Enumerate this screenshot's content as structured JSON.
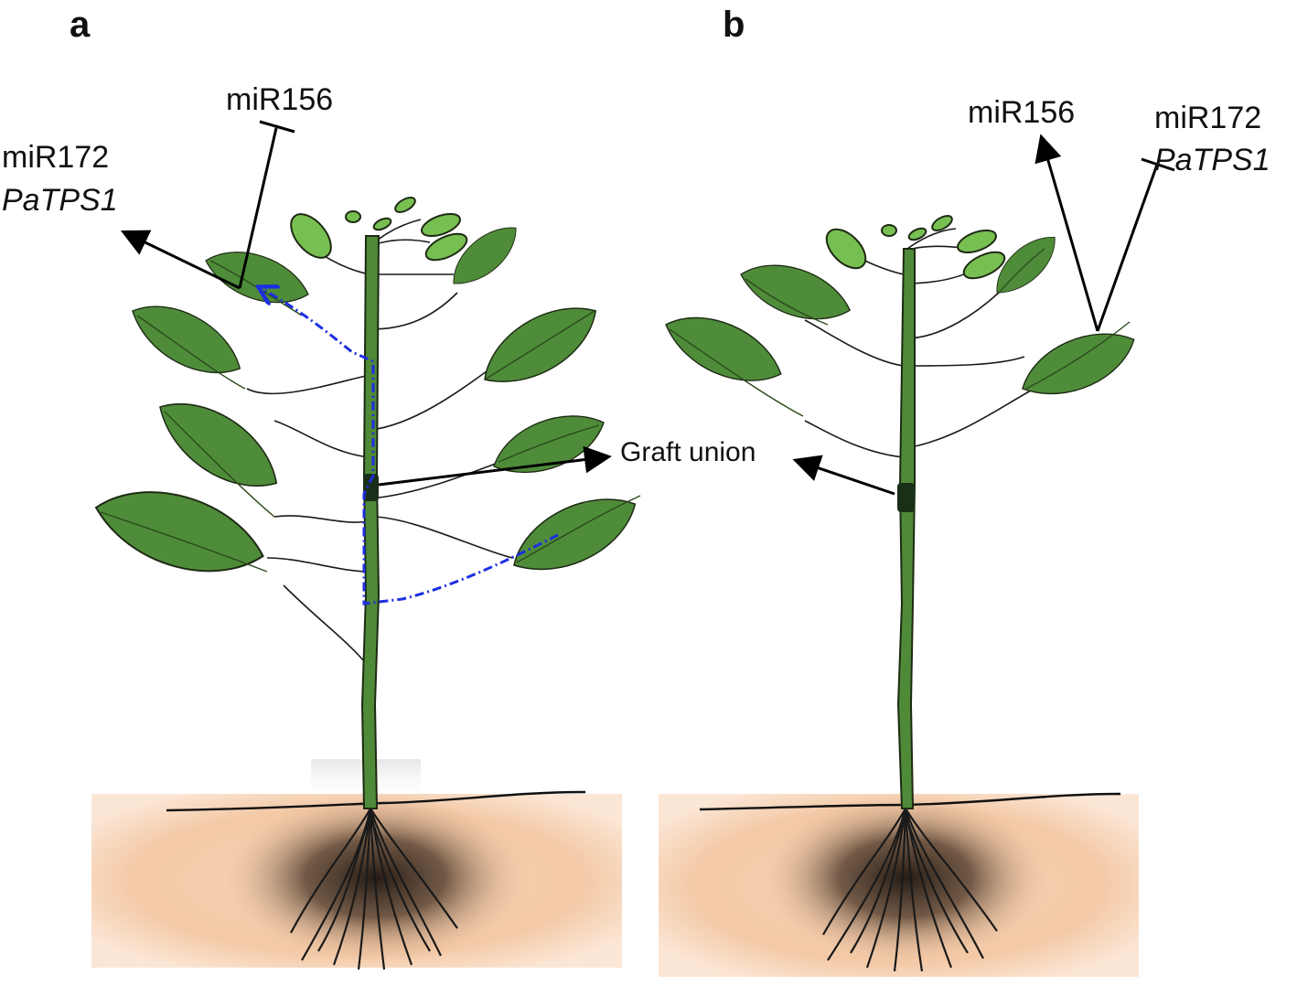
{
  "panels": {
    "a": {
      "letter": "a",
      "label_mir156": "miR156",
      "label_mir172": "miR172",
      "label_patps1": "PaTPS1",
      "label_graft": "Graft union"
    },
    "b": {
      "letter": "b",
      "label_mir156": "miR156",
      "label_mir172": "miR172",
      "label_patps1": "PaTPS1"
    }
  },
  "colors": {
    "leaf": "#4f8c3a",
    "young_leaf": "#78bf52",
    "stem": "#4e8a37",
    "mobile_signal": "#1d2fe0",
    "soil": "#f3c9a6",
    "graft": "#1a2f18"
  },
  "icons": {
    "promotion": "arrowhead",
    "repression": "t-bar"
  }
}
